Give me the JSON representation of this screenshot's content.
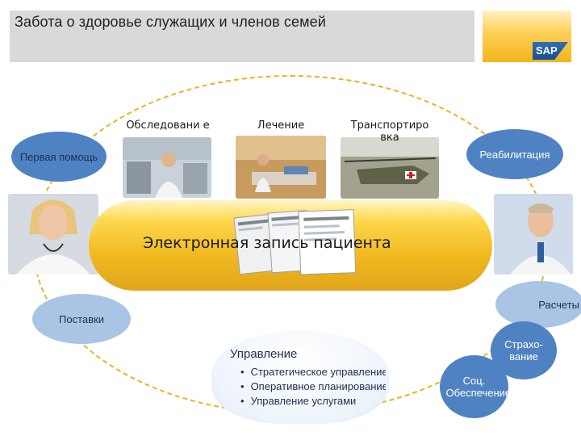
{
  "header": {
    "title": "Забота о здоровье служащих и членов семей",
    "logo_text": "SAP"
  },
  "processes": [
    {
      "label": "Обследовани е"
    },
    {
      "label": "Лечение"
    },
    {
      "label": "Транспортиро вка"
    }
  ],
  "bubbles": {
    "first_aid": "Первая помощь",
    "rehab": "Реабилитация",
    "supplies": "Поставки",
    "payments": "Расчеты",
    "insurance": "Страхо-вание",
    "social": "Соц. Обеспечение"
  },
  "center": {
    "banner": "Электронная запись пациента"
  },
  "management": {
    "title": "Управление",
    "items": [
      "Стратегическое управление",
      "Оперативное планирование",
      "Управление услугами"
    ]
  },
  "colors": {
    "accent_yellow": "#f0ba20",
    "bubble_blue": "#4f82c3",
    "header_gray": "#d9d9d9"
  }
}
